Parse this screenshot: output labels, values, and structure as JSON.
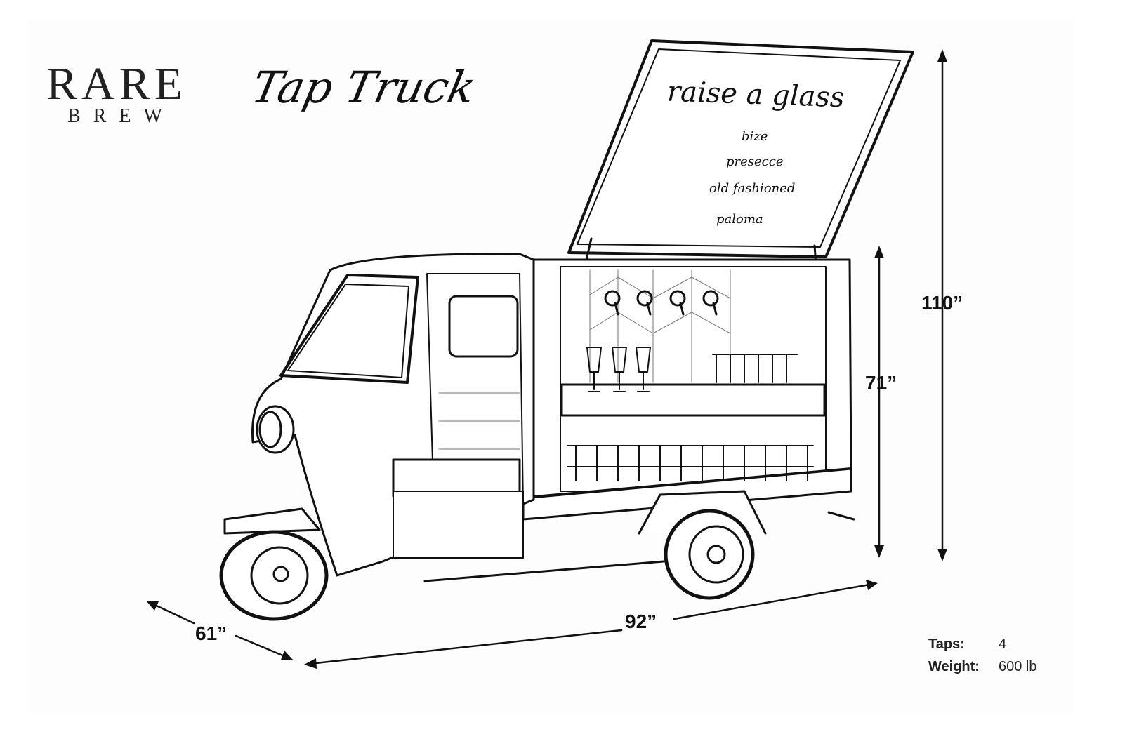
{
  "brand": {
    "line1": "RARE",
    "line2": "BREW"
  },
  "title": "Tap Truck",
  "sign": {
    "headline": "raise a glass",
    "menu": [
      "bize",
      "presecce",
      "old fashioned",
      "paloma"
    ]
  },
  "dimensions": {
    "height_total": "110”",
    "height_body": "71”",
    "length": "92”",
    "width": "61”"
  },
  "specs": [
    {
      "label": "Taps:",
      "value": "4"
    },
    {
      "label": "Weight:",
      "value": "600 lb"
    }
  ]
}
